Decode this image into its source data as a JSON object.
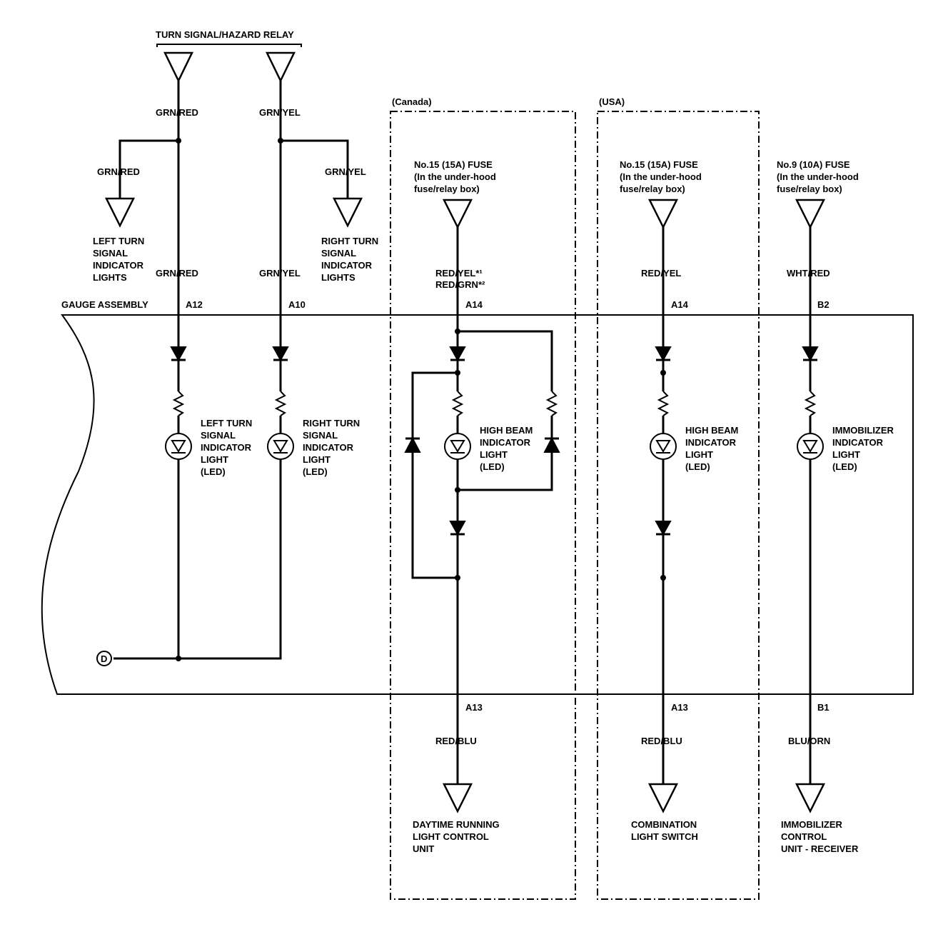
{
  "labels": {
    "relay": "TURN SIGNAL/HAZARD RELAY",
    "canada": "(Canada)",
    "usa": "(USA)",
    "gauge": "GAUGE ASSEMBLY",
    "ground": "D"
  },
  "wires": {
    "w1": "GRN/RED",
    "w2": "GRN/YEL",
    "w3": "GRN/RED",
    "w4": "GRN/YEL",
    "w5": "GRN/RED",
    "w6": "GRN/YEL",
    "w7a": "RED/YEL*¹",
    "w7b": "RED/GRN*²",
    "w8": "RED/YEL",
    "w9": "WHT/RED",
    "w10": "RED/BLU",
    "w11": "RED/BLU",
    "w12": "BLU/ORN"
  },
  "pins": {
    "a12": "A12",
    "a10": "A10",
    "a14c": "A14",
    "a14u": "A14",
    "b2": "B2",
    "a13c": "A13",
    "a13u": "A13",
    "b1": "B1"
  },
  "fuses": {
    "canada": [
      "No.15 (15A) FUSE",
      "(In the under-hood",
      "fuse/relay box)"
    ],
    "usa": [
      "No.15 (15A) FUSE",
      "(In the under-hood",
      "fuse/relay box)"
    ],
    "immo": [
      "No.9 (10A) FUSE",
      "(In the under-hood",
      "fuse/relay box)"
    ]
  },
  "components": {
    "left_ext": [
      "LEFT TURN",
      "SIGNAL",
      "INDICATOR",
      "LIGHTS"
    ],
    "right_ext": [
      "RIGHT TURN",
      "SIGNAL",
      "INDICATOR",
      "LIGHTS"
    ],
    "left_led": [
      "LEFT TURN",
      "SIGNAL",
      "INDICATOR",
      "LIGHT",
      "(LED)"
    ],
    "right_led": [
      "RIGHT TURN",
      "SIGNAL",
      "INDICATOR",
      "LIGHT",
      "(LED)"
    ],
    "hb_canada": [
      "HIGH BEAM",
      "INDICATOR",
      "LIGHT",
      "(LED)"
    ],
    "hb_usa": [
      "HIGH BEAM",
      "INDICATOR",
      "LIGHT",
      "(LED)"
    ],
    "immo_led": [
      "IMMOBILIZER",
      "INDICATOR",
      "LIGHT",
      "(LED)"
    ],
    "drl": [
      "DAYTIME RUNNING",
      "LIGHT CONTROL",
      "UNIT"
    ],
    "combo": [
      "COMBINATION",
      "LIGHT SWITCH"
    ],
    "immo_unit": [
      "IMMOBILIZER",
      "CONTROL",
      "UNIT - RECEIVER"
    ]
  }
}
